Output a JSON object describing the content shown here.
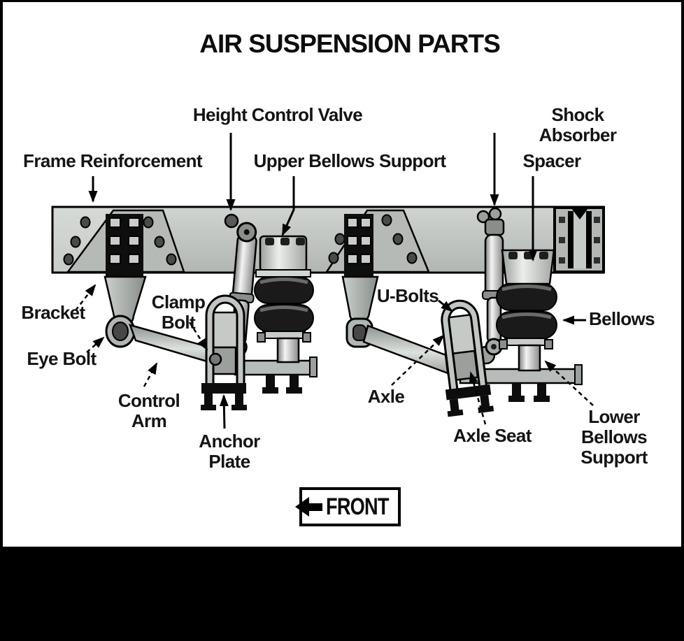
{
  "title": "AIR SUSPENSION PARTS",
  "front_badge": {
    "label": "FRONT",
    "arrow_direction": "left"
  },
  "diagram": {
    "description": "Labeled cutaway illustration of truck air suspension assembly mounted on a frame rail",
    "parts": [
      {
        "id": "height-control-valve",
        "label": "Height Control Valve"
      },
      {
        "id": "shock-absorber",
        "label": "Shock Absorber"
      },
      {
        "id": "frame-reinforcement",
        "label": "Frame Reinforcement"
      },
      {
        "id": "upper-bellows-support",
        "label": "Upper Bellows Support"
      },
      {
        "id": "spacer",
        "label": "Spacer"
      },
      {
        "id": "bracket",
        "label": "Bracket"
      },
      {
        "id": "clamp-bolt",
        "label": "Clamp\nBolt"
      },
      {
        "id": "u-bolts",
        "label": "U-Bolts"
      },
      {
        "id": "bellows",
        "label": "Bellows"
      },
      {
        "id": "eye-bolt",
        "label": "Eye Bolt"
      },
      {
        "id": "control-arm",
        "label": "Control\nArm"
      },
      {
        "id": "axle",
        "label": "Axle"
      },
      {
        "id": "anchor-plate",
        "label": "Anchor\nPlate"
      },
      {
        "id": "axle-seat",
        "label": "Axle Seat"
      },
      {
        "id": "lower-bellows-support",
        "label": "Lower Bellows\nSupport"
      }
    ]
  },
  "colors": {
    "page_background": "#000000",
    "canvas": "#ffffff",
    "frame_gray": "#c2c6c2",
    "hanger_gray": "#a8aca8",
    "bellows_black": "#1a1a1a",
    "outline": "#000000",
    "text": "#141414"
  }
}
